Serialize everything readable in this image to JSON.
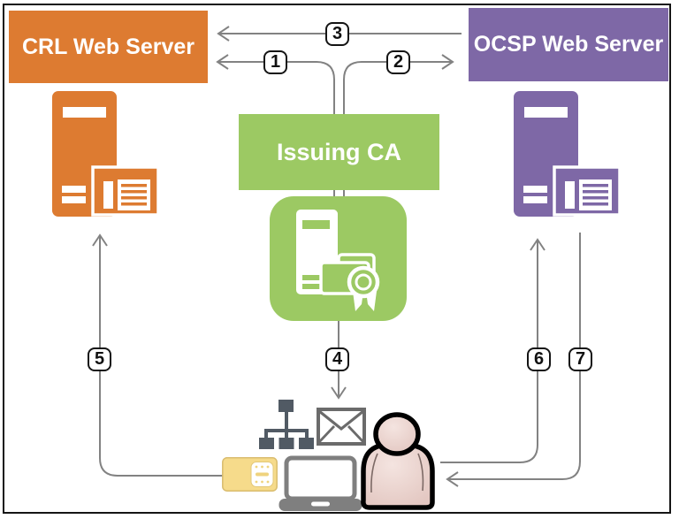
{
  "boxes": {
    "crl": "CRL Web Server",
    "ocsp": "OCSP Web Server",
    "ca": "Issuing CA"
  },
  "steps": [
    "1",
    "2",
    "3",
    "4",
    "5",
    "6",
    "7"
  ],
  "flows": [
    {
      "step": "1",
      "from": "Issuing CA",
      "to": "CRL Web Server"
    },
    {
      "step": "2",
      "from": "Issuing CA",
      "to": "OCSP Web Server"
    },
    {
      "step": "3",
      "from": "OCSP Web Server",
      "to": "CRL Web Server"
    },
    {
      "step": "4",
      "from": "Issuing CA",
      "to": "Client"
    },
    {
      "step": "5",
      "from": "Client",
      "to": "CRL Web Server"
    },
    {
      "step": "6",
      "from": "Client",
      "to": "OCSP Web Server"
    },
    {
      "step": "7",
      "from": "OCSP Web Server",
      "to": "Client"
    }
  ],
  "icons": {
    "crl_server": "server-icon",
    "ocsp_server": "server-icon",
    "issuing_ca": "certificate-authority-icon",
    "org_chart": "org-chart-icon",
    "email": "envelope-icon",
    "smart_card": "smart-card-icon",
    "laptop": "laptop-icon",
    "user": "user-icon"
  },
  "colors": {
    "orange": "#DD7B31",
    "purple": "#7E68A6",
    "green": "#9CC963",
    "arrow_gray": "#828282",
    "slate": "#515A64",
    "env_gray": "#6B6B6B",
    "laptop_gray": "#7F7F7F",
    "card_yellow": "#F6DB8B",
    "person_skin": "#E9CFC9",
    "badge_border": "#141414"
  }
}
